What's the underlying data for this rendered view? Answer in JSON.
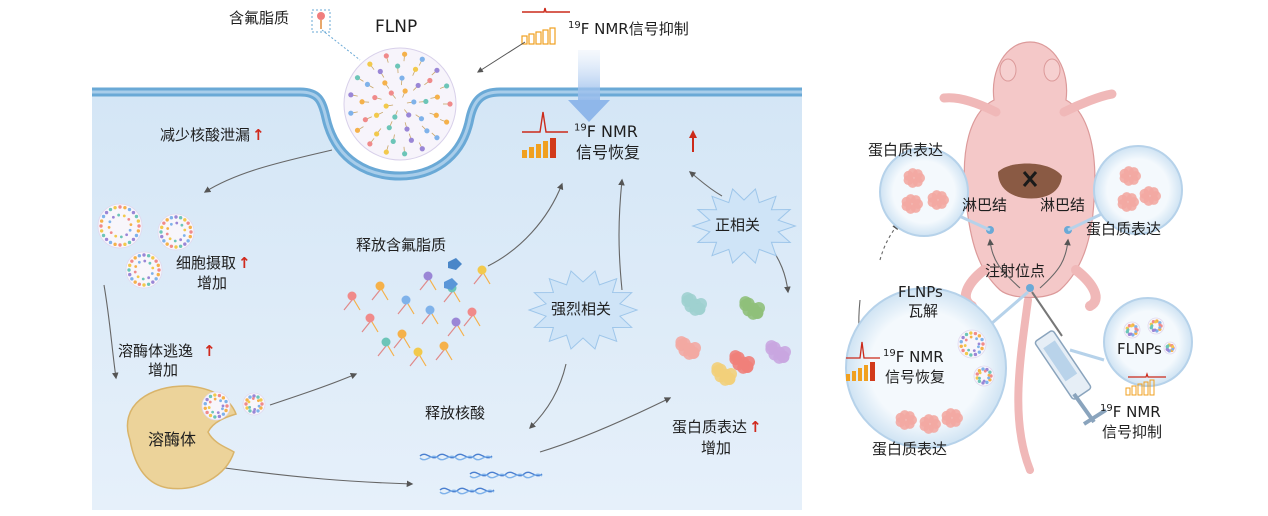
{
  "top": {
    "fluorolipid_label": "含氟脂质",
    "flnp_label": "FLNP",
    "nmr_suppressed": {
      "sup": "19",
      "text": "F NMR信号抑制"
    }
  },
  "cell": {
    "reduce_leak": "减少核酸泄漏",
    "nmr_recovery_line1": {
      "sup": "19",
      "text": "F NMR"
    },
    "nmr_recovery_line2": "信号恢复",
    "uptake_line1": "细胞摄取",
    "uptake_line2": "增加",
    "release_lipid": "释放含氟脂质",
    "escape_line1": "溶酶体逃逸",
    "escape_line2": "增加",
    "strong_corr": "强烈相关",
    "positive_corr": "正相关",
    "lysosome": "溶酶体",
    "release_nucleic": "释放核酸",
    "protein_expr_line1": "蛋白质表达",
    "protein_expr_line2": "增加",
    "up_arrow": "↑"
  },
  "mouse": {
    "protein_expr_left": "蛋白质表达",
    "lymph_left": "淋巴结",
    "lymph_right": "淋巴结",
    "protein_expr_right": "蛋白质表达",
    "injection_site": "注射位点",
    "flnps_disassemble_line1": "FLNPs",
    "flnps_disassemble_line2": "瓦解",
    "recovery_line1": {
      "sup": "19",
      "text": "F NMR"
    },
    "recovery_line2": "信号恢复",
    "protein_expr_bottom": "蛋白质表达",
    "flnps_right": "FLNPs",
    "suppressed_line1": {
      "sup": "19",
      "text": "F NMR"
    },
    "suppressed_line2": "信号抑制"
  },
  "colors": {
    "cell_bg": "#dcebf8",
    "membrane": "#6aa9d6",
    "lysosome": "#ecd39a",
    "nmr_red": "#cc2a1a",
    "bar_orange": "#f0a020",
    "mouse_skin": "#f4c8c8",
    "bubble": "#eaf3fb",
    "protein_pink": "#f3a8a2"
  }
}
